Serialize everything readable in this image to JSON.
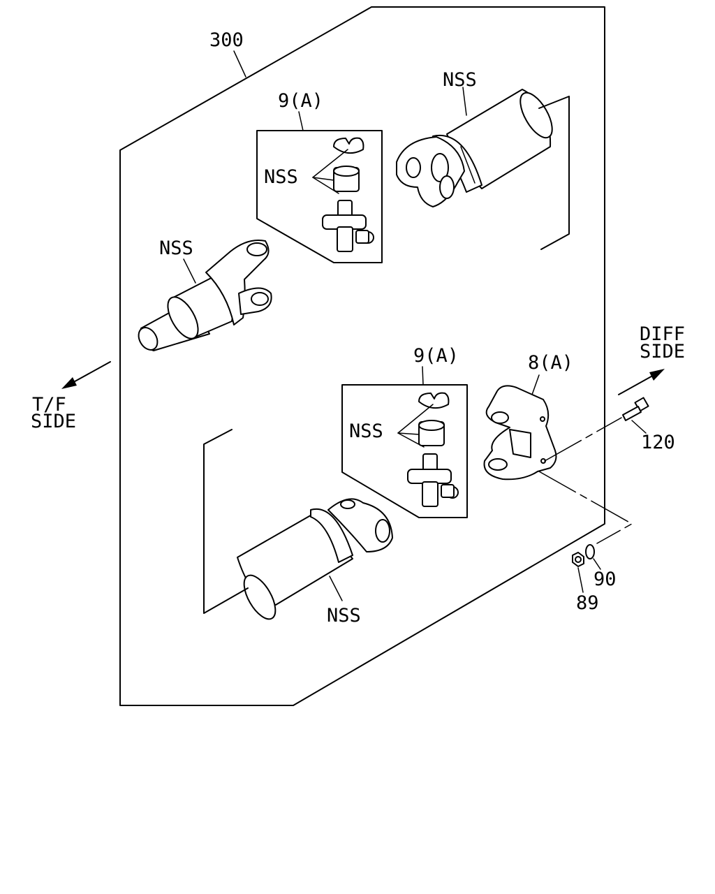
{
  "labels": {
    "assembly": "300",
    "nss_top_right": "NSS",
    "nss_left": "NSS",
    "nss_kit_upper": "NSS",
    "nss_kit_lower": "NSS",
    "nss_bottom": "NSS",
    "kit_upper": "9(A)",
    "kit_lower": "9(A)",
    "flange_yoke": "8(A)",
    "bolt": "120",
    "washer": "90",
    "nut": "89",
    "tf_side_line1": "T/F",
    "tf_side_line2": "SIDE",
    "diff_side_line1": "DIFF",
    "diff_side_line2": "SIDE"
  },
  "icons": [
    "propeller-shaft-tube",
    "slip-yoke",
    "universal-joint-spider",
    "bearing-cap",
    "snap-ring",
    "flange-yoke",
    "bolt",
    "nut",
    "washer",
    "direction-arrow"
  ]
}
